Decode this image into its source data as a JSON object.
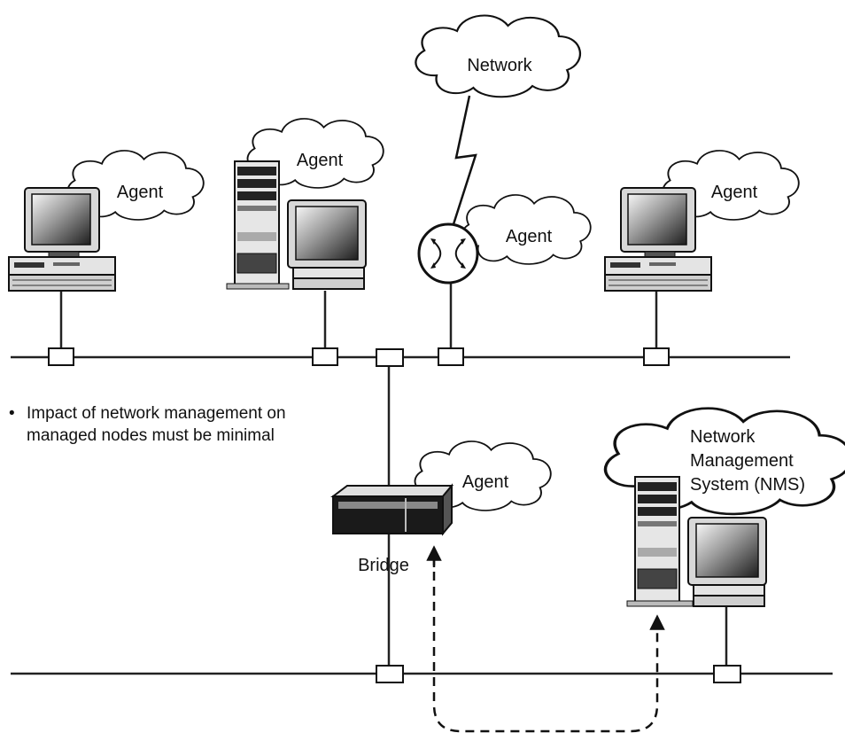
{
  "labels": {
    "network_cloud": "Network",
    "agent": "Agent",
    "bridge": "Bridge",
    "nms": [
      "Network",
      "Management",
      "System (NMS)"
    ]
  },
  "note": {
    "bullet": "•",
    "text": "Impact of network management on managed nodes must be minimal"
  }
}
